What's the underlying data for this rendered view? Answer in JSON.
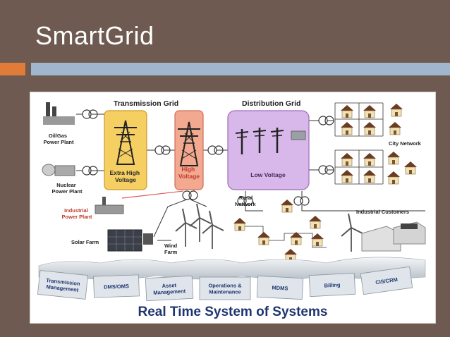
{
  "slide": {
    "title": "SmartGrid"
  },
  "diagram": {
    "section_titles": {
      "transmission": "Transmission Grid",
      "distribution": "Distribution Grid"
    },
    "sources": {
      "oil_gas": [
        "Oil/Gas",
        "Power Plant"
      ],
      "nuclear": [
        "Nuclear",
        "Power Plant"
      ],
      "industrial": [
        "Industrial",
        "Power Plant"
      ],
      "solar": "Solar Farm",
      "wind": [
        "Wind",
        "Farm"
      ]
    },
    "voltages": {
      "extra_high": [
        "Extra High",
        "Voltage"
      ],
      "high": [
        "High",
        "Voltage"
      ],
      "low": "Low Voltage"
    },
    "consumers": {
      "city": "City Network",
      "rural": [
        "Rural",
        "Network"
      ],
      "industrial": "Industrial Customers"
    },
    "systems": [
      [
        "Transmission",
        "Management"
      ],
      [
        "DMS/OMS"
      ],
      [
        "Asset",
        "Management"
      ],
      [
        "Operations &",
        "Maintenance"
      ],
      [
        "MDMS"
      ],
      [
        "Billing"
      ],
      [
        "CIS/CRM"
      ]
    ],
    "footer": "Real Time System of Systems",
    "colors": {
      "extra_high": "#f6cf63",
      "high": "#f3a98f",
      "low": "#d8b8ea",
      "footer_text": "#1f3570"
    }
  }
}
